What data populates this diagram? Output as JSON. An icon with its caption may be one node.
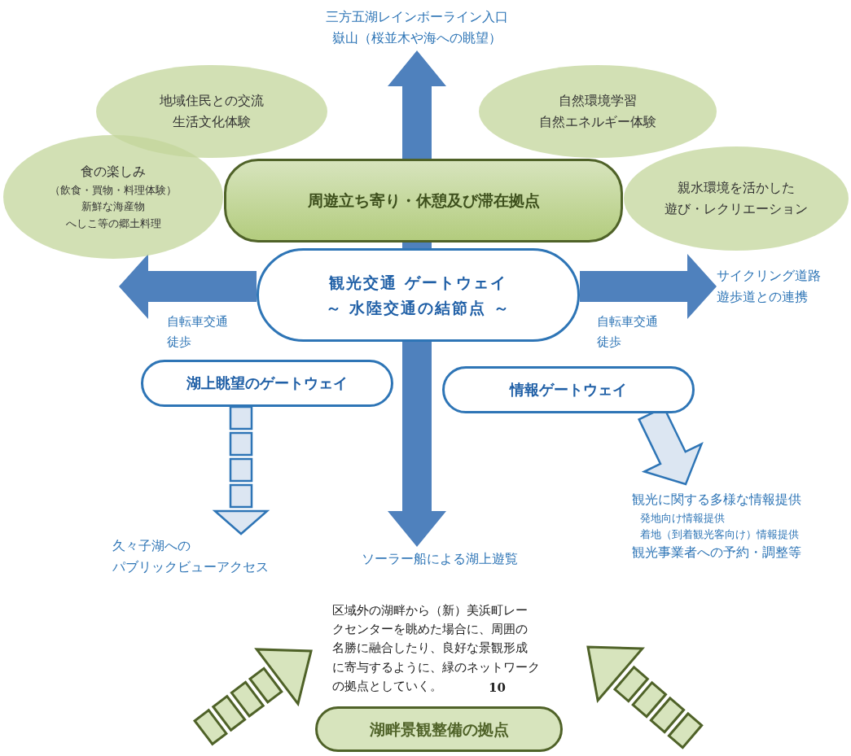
{
  "diagram": {
    "nodes": [
      {
        "text": [
          "三方五湖レインボーライン入口嶽山（桜並木や海への眺望）"
        ]
      },
      {
        "text": [
          "地域住民との交流生活文化体験"
        ]
      },
      {
        "text": [
          "自然環境学習自然エネルギー体験"
        ]
      },
      {
        "text": [
          "食の楽しみ",
          "（飲食・買物・料理体験）新鮮な海産物へしこ等の郷土料理"
        ]
      },
      {
        "text": [
          "周遊立ち寄り・休憩及び滞在拠点"
        ]
      },
      {
        "text": [
          "親水環境を活かした遊び・レクリエーション"
        ]
      },
      {
        "text": [
          "観光交通 ゲートウェイ～ 水陸交通の結節点 ～"
        ]
      },
      {
        "text": [
          "サイクリング道路遊歩道との連携"
        ]
      },
      {
        "text": [
          "湖上眺望のゲートウェイ"
        ]
      },
      {
        "text": [
          "情報ゲートウェイ"
        ]
      },
      {
        "text": [
          "久々子湖へのパブリックビューアクセス"
        ]
      },
      {
        "text": [
          "ソーラー船による湖上遊覧"
        ]
      },
      {
        "text": [
          "観光に関する多様な情報提供",
          "発地向け情報提供",
          "着地（到着観光客向け）情報提供",
          "観光事業者への予約・調整等"
        ]
      },
      {
        "text": [
          "区域外の湖畔から（新）美浜町レークセンターを眺めた場合に、周囲の名勝に融合したり、良好な景観形成に寄与するように、緑のネットワークの拠点としていく。"
        ]
      },
      {
        "text": [
          "湖畔景観整備の拠点"
        ]
      }
    ],
    "edges": [
      {
        "from": 6,
        "to": 0,
        "arrow": "to"
      },
      {
        "from": 6,
        "to": null,
        "arrow": "to",
        "label": "自転車交通徒歩"
      },
      {
        "from": 6,
        "to": 7,
        "arrow": "to",
        "label": "自転車交通徒歩"
      },
      {
        "from": 6,
        "to": 11,
        "arrow": "to"
      },
      {
        "from": 8,
        "to": 10,
        "arrow": "to",
        "style": "dashed",
        "color": "#dce6f2"
      },
      {
        "from": 9,
        "to": 12,
        "arrow": "to",
        "color": "#dce6f2"
      }
    ],
    "labels": [
      "10"
    ]
  }
}
